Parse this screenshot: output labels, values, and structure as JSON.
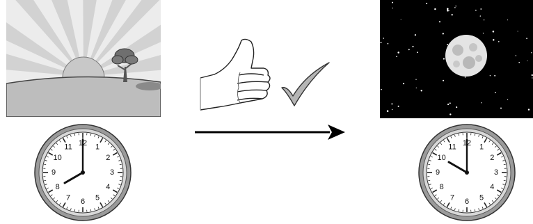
{
  "diagram": {
    "left_clock": {
      "numerals": [
        "12",
        "1",
        "2",
        "3",
        "4",
        "5",
        "6",
        "7",
        "8",
        "9",
        "10",
        "11"
      ],
      "time": {
        "hour": 8,
        "minute": 0
      }
    },
    "right_clock": {
      "numerals": [
        "12",
        "1",
        "2",
        "3",
        "4",
        "5",
        "6",
        "7",
        "8",
        "9",
        "10",
        "11"
      ],
      "time": {
        "hour": 10,
        "minute": 0
      }
    },
    "icons": {
      "day_scene": "sunrise-scene-icon",
      "night_scene": "night-moon-scene-icon",
      "approval": "thumbs-up-icon",
      "check": "checkmark-icon",
      "transition": "right-arrow-icon"
    },
    "colors": {
      "sky_day": "#e6e6e6",
      "ground": "#bdbdbd",
      "night_sky": "#000000",
      "moon": "#e8e8e8",
      "clock_rim": "#8a8a8a"
    }
  }
}
